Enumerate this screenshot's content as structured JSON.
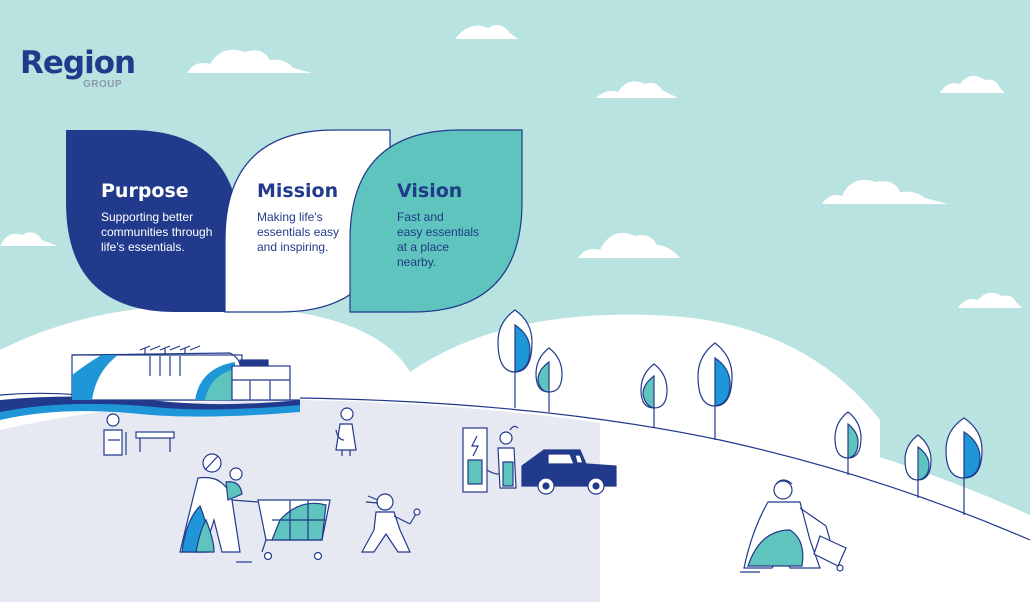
{
  "brand": {
    "name": "Region",
    "sub": "GROUP"
  },
  "colors": {
    "sky": "#b9e3e1",
    "navy": "#223a8c",
    "blue": "#1e96d8",
    "teal": "#5fc4bd",
    "white": "#ffffff",
    "ground": "#e6e9f2"
  },
  "leaves": {
    "purpose": {
      "title": "Purpose",
      "text": "Supporting better\ncommunities through\nlife's essentials."
    },
    "mission": {
      "title": "Mission",
      "text": "Making life's\nessentials easy\nand inspiring."
    },
    "vision": {
      "title": "Vision",
      "text": "Fast and\neasy essentials\nat a place\nnearby."
    }
  }
}
